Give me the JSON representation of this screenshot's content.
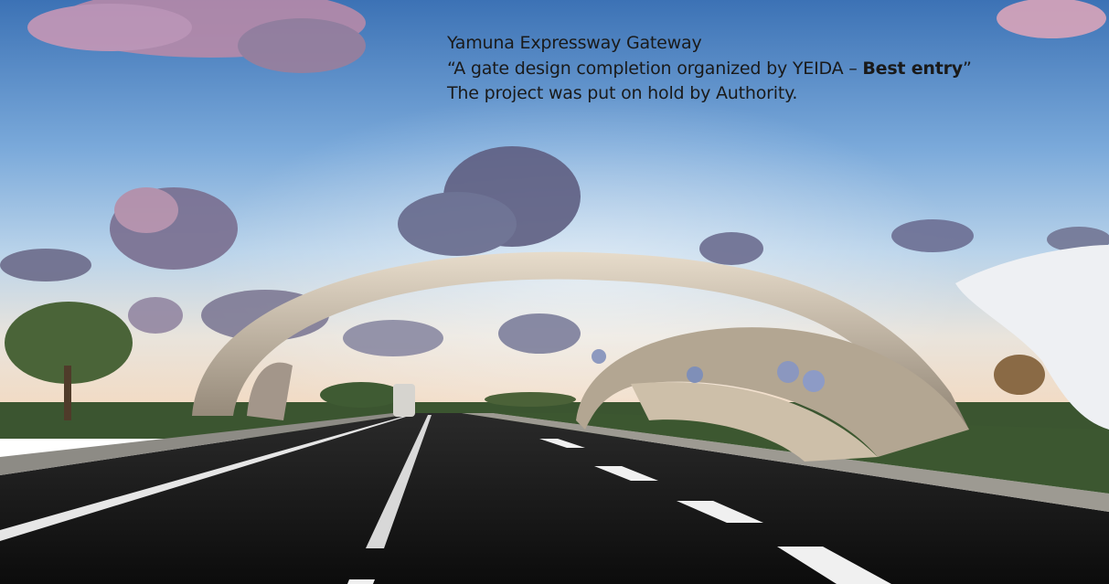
{
  "caption": {
    "title": "Yamuna Expressway Gateway",
    "subtitle_prefix": "“A gate design completion organized by YEIDA – ",
    "subtitle_emphasis": "Best entry",
    "subtitle_suffix": "”",
    "status": "The project was put on hold by Authority."
  },
  "scene": {
    "subject": "gateway-arch-render",
    "colors": {
      "sky_top": "#3f74b6",
      "sky_mid": "#9cc0e2",
      "sky_horizon": "#f1ddc8",
      "cloud": "#5e5f82",
      "cloud_pink": "#c98fae",
      "arch": "#cfc3b0",
      "road": "#141414",
      "grass": "#3d5a2c"
    }
  }
}
